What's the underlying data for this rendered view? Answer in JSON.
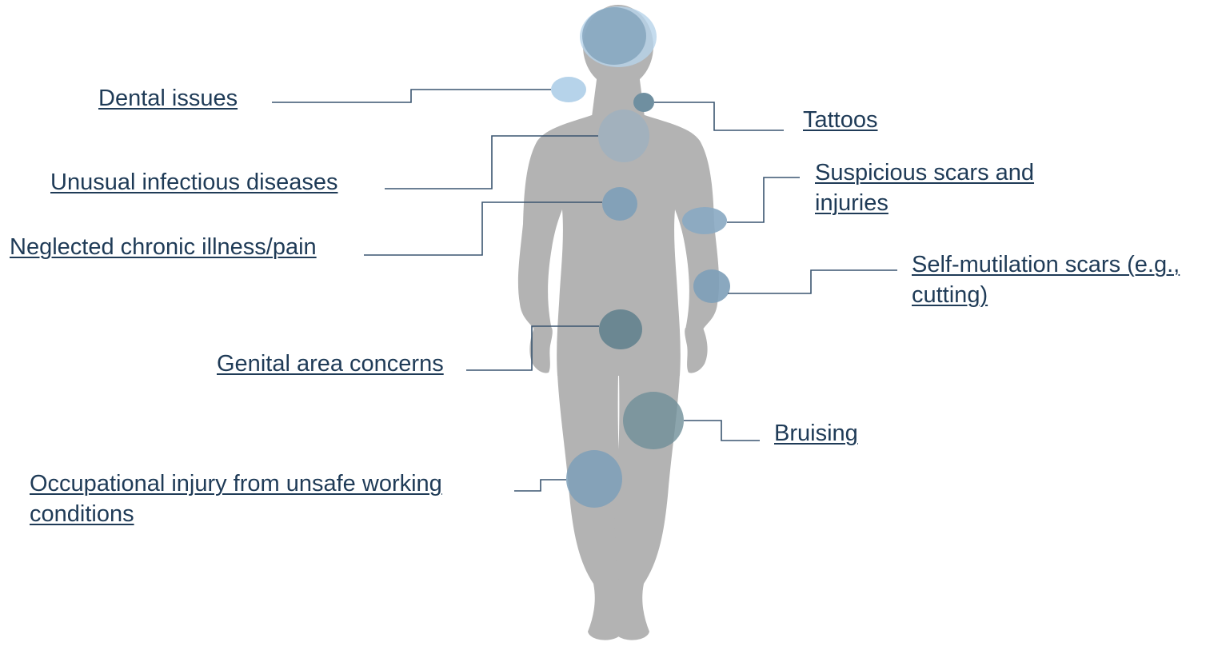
{
  "labels": {
    "dental": "Dental issues",
    "infectious": "Unusual infectious diseases",
    "chronic": "Neglected chronic illness/pain",
    "genital": "Genital area concerns",
    "occupational": "Occupational injury from unsafe working conditions",
    "tattoos": "Tattoos",
    "scars": "Suspicious scars and injuries",
    "self_mutilation": "Self-mutilation scars (e.g., cutting)",
    "bruising": "Bruising"
  },
  "colors": {
    "body": "#b3b3b3",
    "light_marker": "#b6d3ea",
    "mid_marker": "#7d9fb8",
    "dark_marker": "#5e7f8c",
    "text": "#1f3b57",
    "leader": "#3a5570"
  }
}
